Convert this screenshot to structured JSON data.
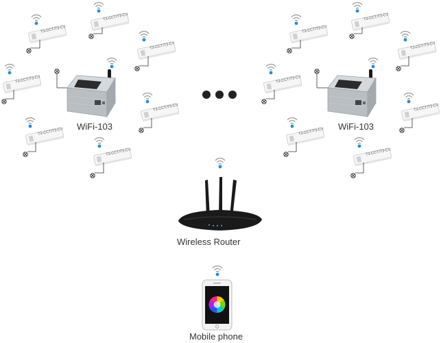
{
  "labels": {
    "wifi_left": "WiFi-103",
    "wifi_right": "WiFi-103",
    "router": "Wireless Router",
    "phone": "Mobile phone"
  },
  "receiver_model": "T3-CCT/T3-CV",
  "icons": [
    "wifi-signal-icon",
    "lamp-icon",
    "ellipsis-icon",
    "router-icon",
    "smartphone-icon",
    "color-wheel-icon"
  ],
  "colors": {
    "wifi_signal": "#1e8fd8",
    "device_body": "#f4f4f4",
    "controller_body": "#b9bec3",
    "router_body": "#1a1a1a",
    "dots": "#222222"
  }
}
